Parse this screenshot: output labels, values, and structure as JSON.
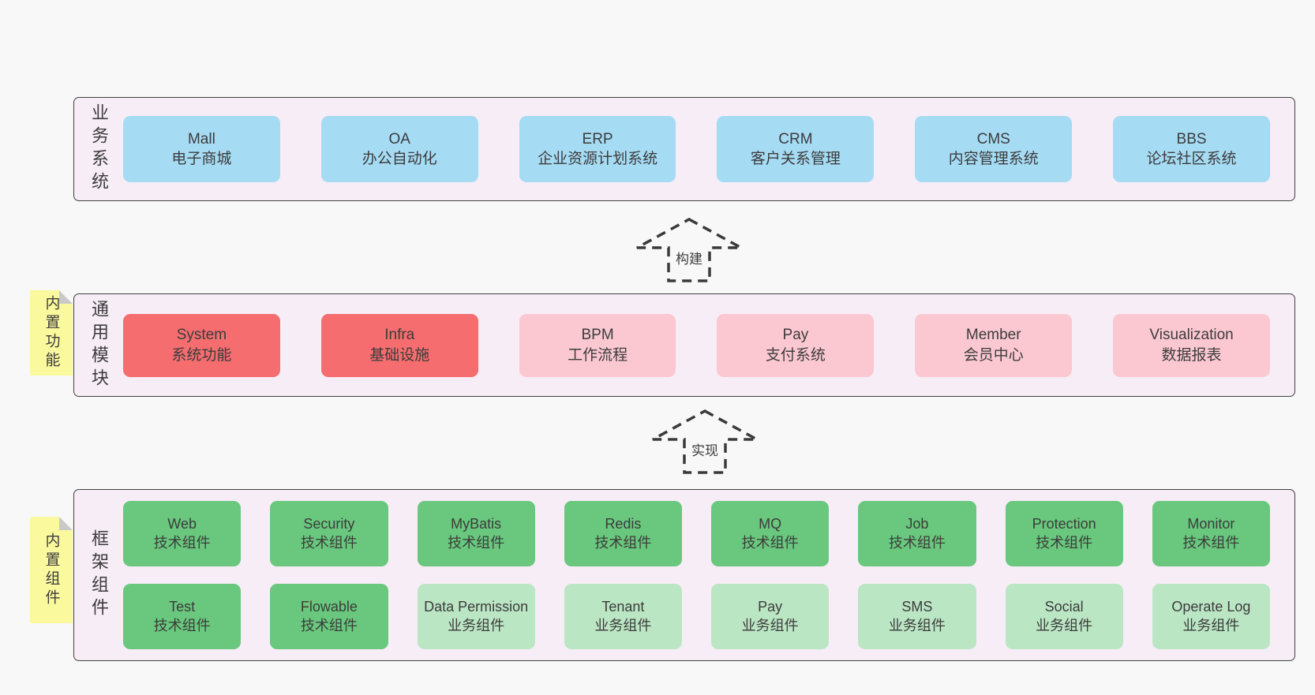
{
  "colors": {
    "page_bg": "#f8f8f8",
    "band_bg": "#f7edf6",
    "band_border": "#3f3f3f",
    "text": "#3c3c3c",
    "blue": "#a6dbf4",
    "red": "#f56d6e",
    "pink": "#fbc8d2",
    "green": "#69c87d",
    "light_green": "#bbe6c4",
    "sticky_yellow": "#fbf99e",
    "sticky_fold": "#c9c9c9",
    "arrow_stroke": "#3a3a3a"
  },
  "bands": [
    {
      "label": "业务系统",
      "boxes": [
        {
          "name": "Mall",
          "sub": "电子商城"
        },
        {
          "name": "OA",
          "sub": "办公自动化"
        },
        {
          "name": "ERP",
          "sub": "企业资源计划系统"
        },
        {
          "name": "CRM",
          "sub": "客户关系管理"
        },
        {
          "name": "CMS",
          "sub": "内容管理系统"
        },
        {
          "name": "BBS",
          "sub": "论坛社区系统"
        }
      ]
    },
    {
      "label": "通用模块",
      "sticky": "内置功能",
      "boxes": [
        {
          "name": "System",
          "sub": "系统功能"
        },
        {
          "name": "Infra",
          "sub": "基础设施"
        },
        {
          "name": "BPM",
          "sub": "工作流程"
        },
        {
          "name": "Pay",
          "sub": "支付系统"
        },
        {
          "name": "Member",
          "sub": "会员中心"
        },
        {
          "name": "Visualization",
          "sub": "数据报表"
        }
      ]
    },
    {
      "label": "框架组件",
      "sticky": "内置组件",
      "rows": [
        [
          {
            "name": "Web",
            "sub": "技术组件"
          },
          {
            "name": "Security",
            "sub": "技术组件"
          },
          {
            "name": "MyBatis",
            "sub": "技术组件"
          },
          {
            "name": "Redis",
            "sub": "技术组件"
          },
          {
            "name": "MQ",
            "sub": "技术组件"
          },
          {
            "name": "Job",
            "sub": "技术组件"
          },
          {
            "name": "Protection",
            "sub": "技术组件"
          },
          {
            "name": "Monitor",
            "sub": "技术组件"
          }
        ],
        [
          {
            "name": "Test",
            "sub": "技术组件"
          },
          {
            "name": "Flowable",
            "sub": "技术组件"
          },
          {
            "name": "Data Permission",
            "sub": "业务组件"
          },
          {
            "name": "Tenant",
            "sub": "业务组件"
          },
          {
            "name": "Pay",
            "sub": "业务组件"
          },
          {
            "name": "SMS",
            "sub": "业务组件"
          },
          {
            "name": "Social",
            "sub": "业务组件"
          },
          {
            "name": "Operate Log",
            "sub": "业务组件"
          }
        ]
      ]
    }
  ],
  "arrows": [
    {
      "label": "构建"
    },
    {
      "label": "实现"
    }
  ]
}
